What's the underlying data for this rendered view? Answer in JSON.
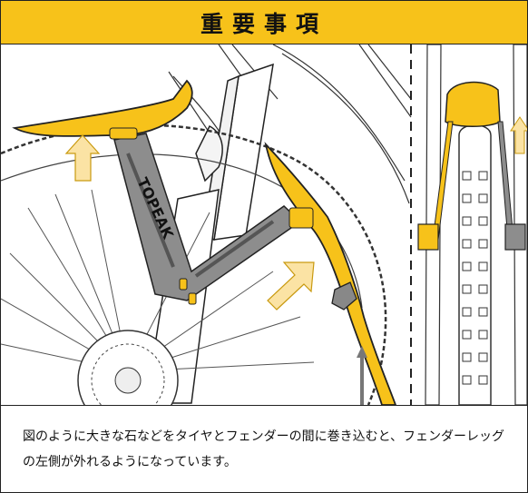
{
  "header": {
    "title": "重要事項"
  },
  "illustration": {
    "brand_text": "TOPEAK"
  },
  "caption": {
    "text": "図のように大きな石などをタイヤとフェンダーの間に巻き込むと、フェンダーレッグの左側が外れるようになっています。"
  },
  "colors": {
    "banner": "#f7c21a",
    "fender": "#f7c21a",
    "leg": "#8d8d8d",
    "arrow_fill": "#fbe3a4"
  },
  "icons": [
    "up-arrow-icon",
    "diagonal-arrow-icon",
    "curved-arrow-icon"
  ]
}
